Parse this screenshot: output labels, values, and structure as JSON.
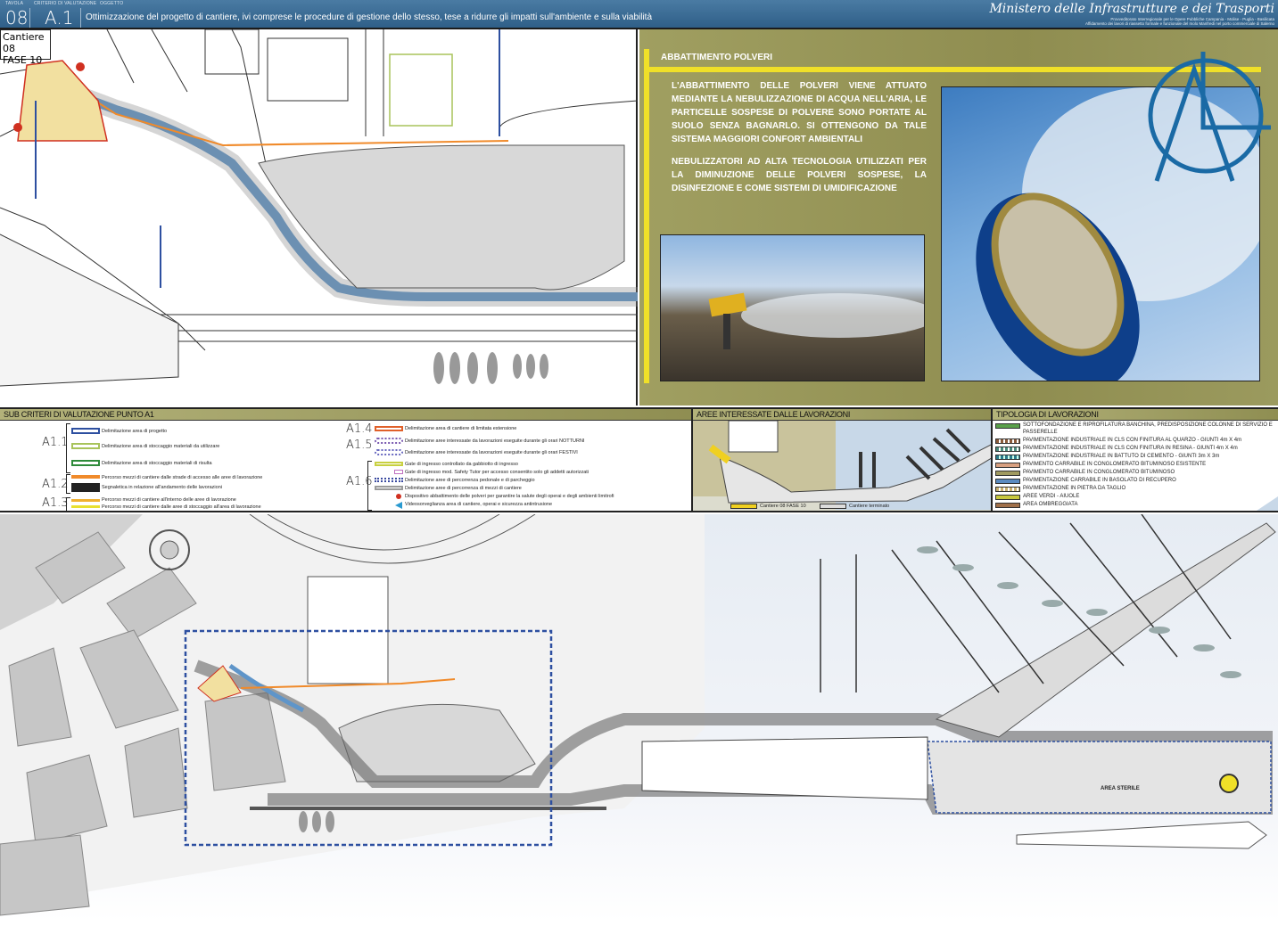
{
  "header": {
    "tavola_label": "TAVOLA",
    "tavola_value": "08",
    "criterio_label": "CRITERIO DI VALUTAZIONE",
    "criterio_value": "A.1",
    "oggetto_label": "OGGETTO",
    "title": "Ottimizzazione del progetto di cantiere, ivi comprese le procedure di gestione dello stesso, tese a ridurre gli impatti sull'ambiente e sulla viabilità",
    "ministry": "Ministero delle Infrastrutture e dei Trasporti",
    "ministry_sub1": "Provveditorato Interregionale per le Opere Pubbliche Campania - Molise - Puglia - Basilicata",
    "ministry_sub2": "Affidamento dei lavori di riassetto formale e funzionale del molo Manfredi nel porto commerciale di Salerno",
    "color": "#3d6d95"
  },
  "top_map": {
    "phase_line1": "Cantiere 08",
    "phase_line2": "FASE 10"
  },
  "panel": {
    "title": "ABBATTIMENTO POLVERI",
    "paragraph1": "L'ABBATTIMENTO DELLE POLVERI VIENE ATTUATO MEDIANTE LA NEBULIZZAZIONE DI ACQUA NELL'ARIA, LE PARTICELLE SOSPESE DI POLVERE SONO PORTATE AL SUOLO SENZA BAGNARLO. SI OTTENGONO DA TALE SISTEMA MAGGIORI CONFORT AMBIENTALI",
    "paragraph2": "NEBULIZZATORI AD ALTA TECNOLOGIA UTILIZZATI PER LA DIMINUZIONE DELLE POLVERI SOSPESE, LA DISINFEZIONE E COME SISTEMI DI UMIDIFICAZIONE",
    "background": "#9c9a5c",
    "accent": "#f0e028",
    "logo_color": "#1a6aa5"
  },
  "sub_criteria": {
    "title": "SUB CRITERI DI VALUTAZIONE PUNTO A1",
    "groups": [
      {
        "code": "A1.1",
        "items": [
          {
            "text": "Delimitazione area di progetto",
            "color": "#2d4fa0"
          },
          {
            "text": "Delimitazione area di stoccaggio materiali da utilizzare",
            "color": "#a8c35a"
          },
          {
            "text": "Delimitazione area di stoccaggio materiali di risulta",
            "color": "#2e8a3a"
          }
        ]
      },
      {
        "code": "A1.2",
        "items": [
          {
            "text": "Percorso mezzi di cantiere dalle strade di accesso alle aree di lavorazione",
            "color": "#f08a2a"
          },
          {
            "text": "Segnaletica in relazione all'andamento delle lavorazioni",
            "color": "#222222"
          }
        ]
      },
      {
        "code": "A1.3",
        "items": [
          {
            "text": "Percorso mezzi di cantiere all'interno delle aree di lavorazione",
            "color": "#f0b030"
          },
          {
            "text": "Percorso mezzi di cantiere dalle aree di stoccaggio all'area di lavorazione",
            "color": "#e8e030"
          }
        ]
      },
      {
        "code": "A1.4",
        "items": [
          {
            "text": "Delimitazione area di cantiere di limitata estensione",
            "color": "#e0602a"
          }
        ]
      },
      {
        "code": "A1.5",
        "items": [
          {
            "text": "Delimitazione aree interessate da lavorazioni eseguite durante gli orari NOTTURNI",
            "color": "#7a5ab0"
          },
          {
            "text": "Delimitazione aree interessate da lavorazioni eseguite durante gli orari FESTIVI",
            "color": "#6a6ac0"
          }
        ]
      },
      {
        "code": "A1.6",
        "items": [
          {
            "text": "Gate di ingresso controllato da gabbiotto di ingresso",
            "color": "#c8d040"
          },
          {
            "text": "Gate di ingresso mod. Safety Tutor per accesso consentito solo gli addetti autorizzati",
            "color": "#c070c0"
          },
          {
            "text": "Delimitazione aree di percorrenza pedonale e di parcheggio",
            "color": "#3a4aa0"
          },
          {
            "text": "Delimitazione aree di percorrenza di mezzi di cantiere",
            "color": "#9a9a9a"
          },
          {
            "text": "Dispositivo abbattimento delle polveri per garantire la salute degli operai e degli ambienti limitrofi",
            "color": "#d03020"
          },
          {
            "text": "Videosorveglianza area di cantiere, operai e sicurezza antintrusione",
            "color": "#2a9ad0"
          }
        ]
      }
    ]
  },
  "areas": {
    "title": "AREE INTERESSATE DALLE LAVORAZIONI",
    "legend": [
      {
        "text": "Cantiere 08 FASE 10",
        "color": "#f0d020"
      },
      {
        "text": "Cantiere terminato",
        "color": "#dddddd"
      }
    ]
  },
  "works": {
    "title": "TIPOLOGIA DI LAVORAZIONI",
    "items": [
      {
        "text": "SOTTOFONDAZIONE E RIPROFILATURA BANCHINA, PREDISPOSIZIONE COLONNE DI SERVIZIO E PASSERELLE",
        "color": "#5aa04a"
      },
      {
        "text": "PAVIMENTAZIONE INDUSTRIALE IN CLS CON FINITURA AL QUARZO - GIUNTI 4m X 4m",
        "color": "#8a5a3a"
      },
      {
        "text": "PAVIMENTAZIONE INDUSTRIALE IN CLS CON FINITURA IN RESINA - GIUNTI 4m X 4m",
        "color": "#4a8a7a"
      },
      {
        "text": "PAVIMENTAZIONE INDUSTRIALE IN BATTUTO DI CEMENTO - GIUNTI 3m X 3m",
        "color": "#2a7a8a"
      },
      {
        "text": "PAVIMENTO CARRABILE IN CONGLOMERATO BITUMINOSO ESISTENTE",
        "color": "#d8a080"
      },
      {
        "text": "PAVIMENTO CARRABILE IN CONGLOMERATO BITUMINOSO",
        "color": "#a09a60"
      },
      {
        "text": "PAVIMENTAZIONE CARRABILE IN BASOLATO DI RECUPERO",
        "color": "#5a8ac0"
      },
      {
        "text": "PAVIMENTAZIONE IN PIETRA DA TAGLIO",
        "color": "#c8b070"
      },
      {
        "text": "AREE VERDI - AIUOLE",
        "color": "#c8c840"
      },
      {
        "text": "AREA OMBREGGIATA",
        "color": "#a0704a"
      }
    ]
  },
  "bottom_map": {
    "area_label": "AREA STERILE"
  }
}
